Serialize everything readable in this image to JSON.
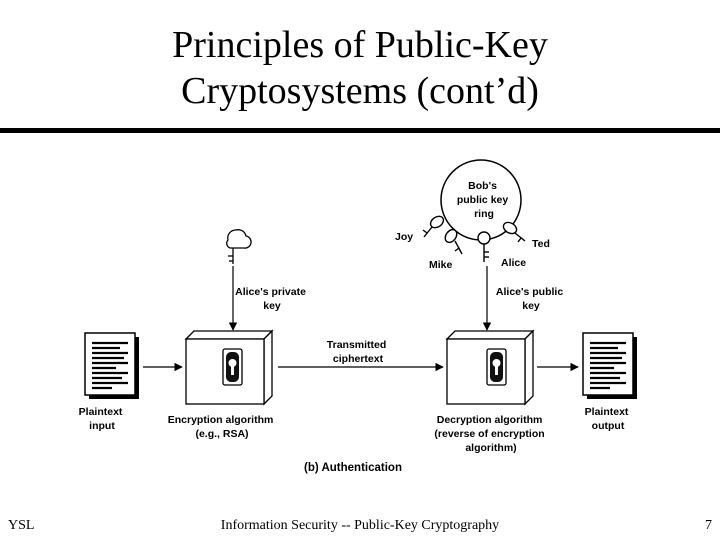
{
  "slide": {
    "title_line1": "Principles of Public-Key",
    "title_line2": "Cryptosystems (cont’d)"
  },
  "diagram": {
    "plaintext_input": [
      "Plaintext",
      "input"
    ],
    "alice_private_key": [
      "Alice's private",
      "key"
    ],
    "encryption": [
      "Encryption algorithm",
      "(e.g., RSA)"
    ],
    "transmitted": [
      "Transmitted",
      "ciphertext"
    ],
    "ring": [
      "Bob's",
      "public key",
      "ring"
    ],
    "joy": "Joy",
    "mike": "Mike",
    "alice": "Alice",
    "ted": "Ted",
    "alice_public_key": [
      "Alice's public",
      "key"
    ],
    "decryption": [
      "Decryption algorithm",
      "(reverse of encryption",
      "algorithm)"
    ],
    "plaintext_output": [
      "Plaintext",
      "output"
    ],
    "caption": "(b) Authentication"
  },
  "footer": {
    "left": "YSL",
    "center": "Information Security -- Public-Key Cryptography",
    "page": "7"
  }
}
